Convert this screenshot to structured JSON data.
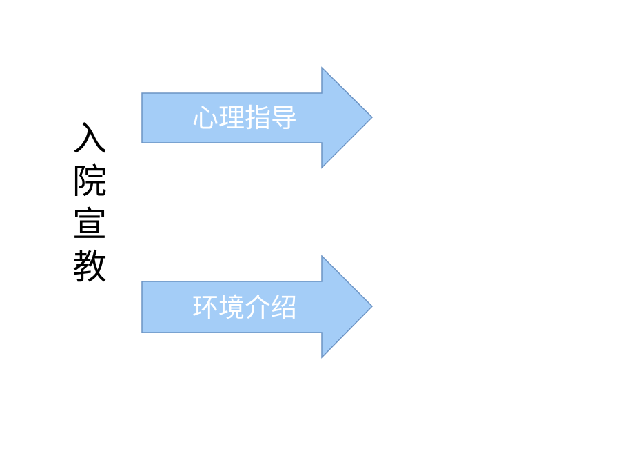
{
  "title": {
    "chars": [
      "入",
      "院",
      "宣",
      "教"
    ]
  },
  "arrows": [
    {
      "label": "心理指导"
    },
    {
      "label": "环境介绍"
    }
  ],
  "colors": {
    "arrow_fill": "#a4cdf7",
    "arrow_stroke": "#6b93c4",
    "label_text": "#ffffff",
    "title_text": "#000000"
  }
}
